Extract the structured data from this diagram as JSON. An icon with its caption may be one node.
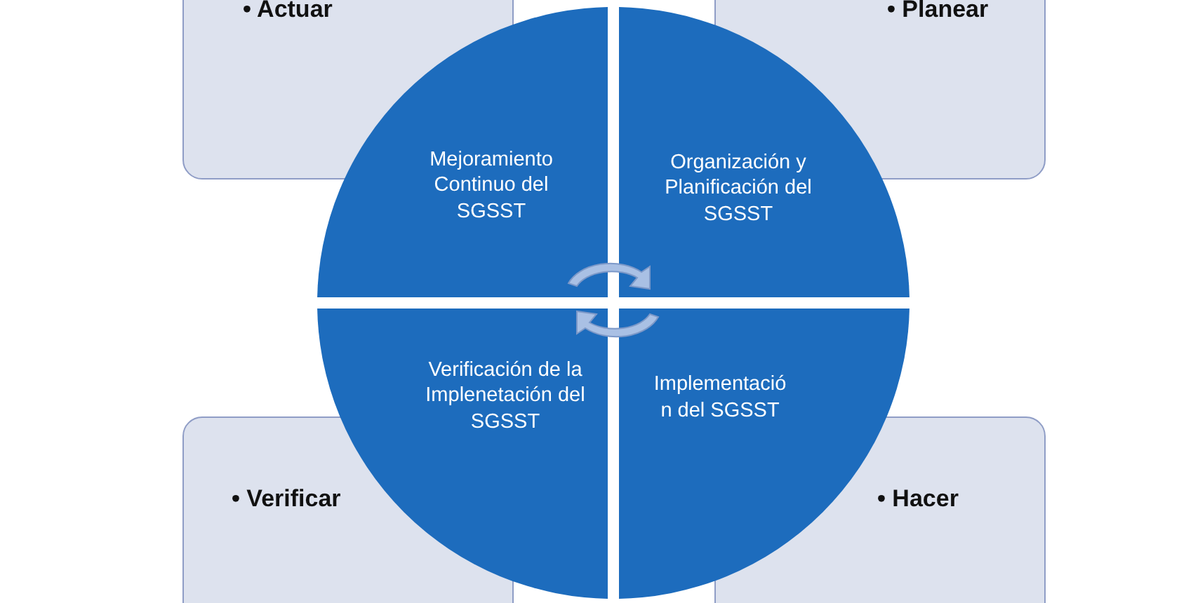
{
  "diagram": {
    "nodes": [
      {
        "text": [
          "• Actuar"
        ]
      },
      {
        "text": [
          "• Planear"
        ]
      },
      {
        "text": [
          "Mejoramiento Continuo del SGSST"
        ]
      },
      {
        "text": [
          "Organización y Planificación del SGSST"
        ]
      },
      {
        "text": [
          "Verificación de la Implenetación del SGSST"
        ]
      },
      {
        "text": [
          "Implementació n del SGSST"
        ]
      },
      {
        "text": [
          "• Verificar"
        ]
      },
      {
        "text": [
          "• Hacer"
        ]
      }
    ]
  }
}
